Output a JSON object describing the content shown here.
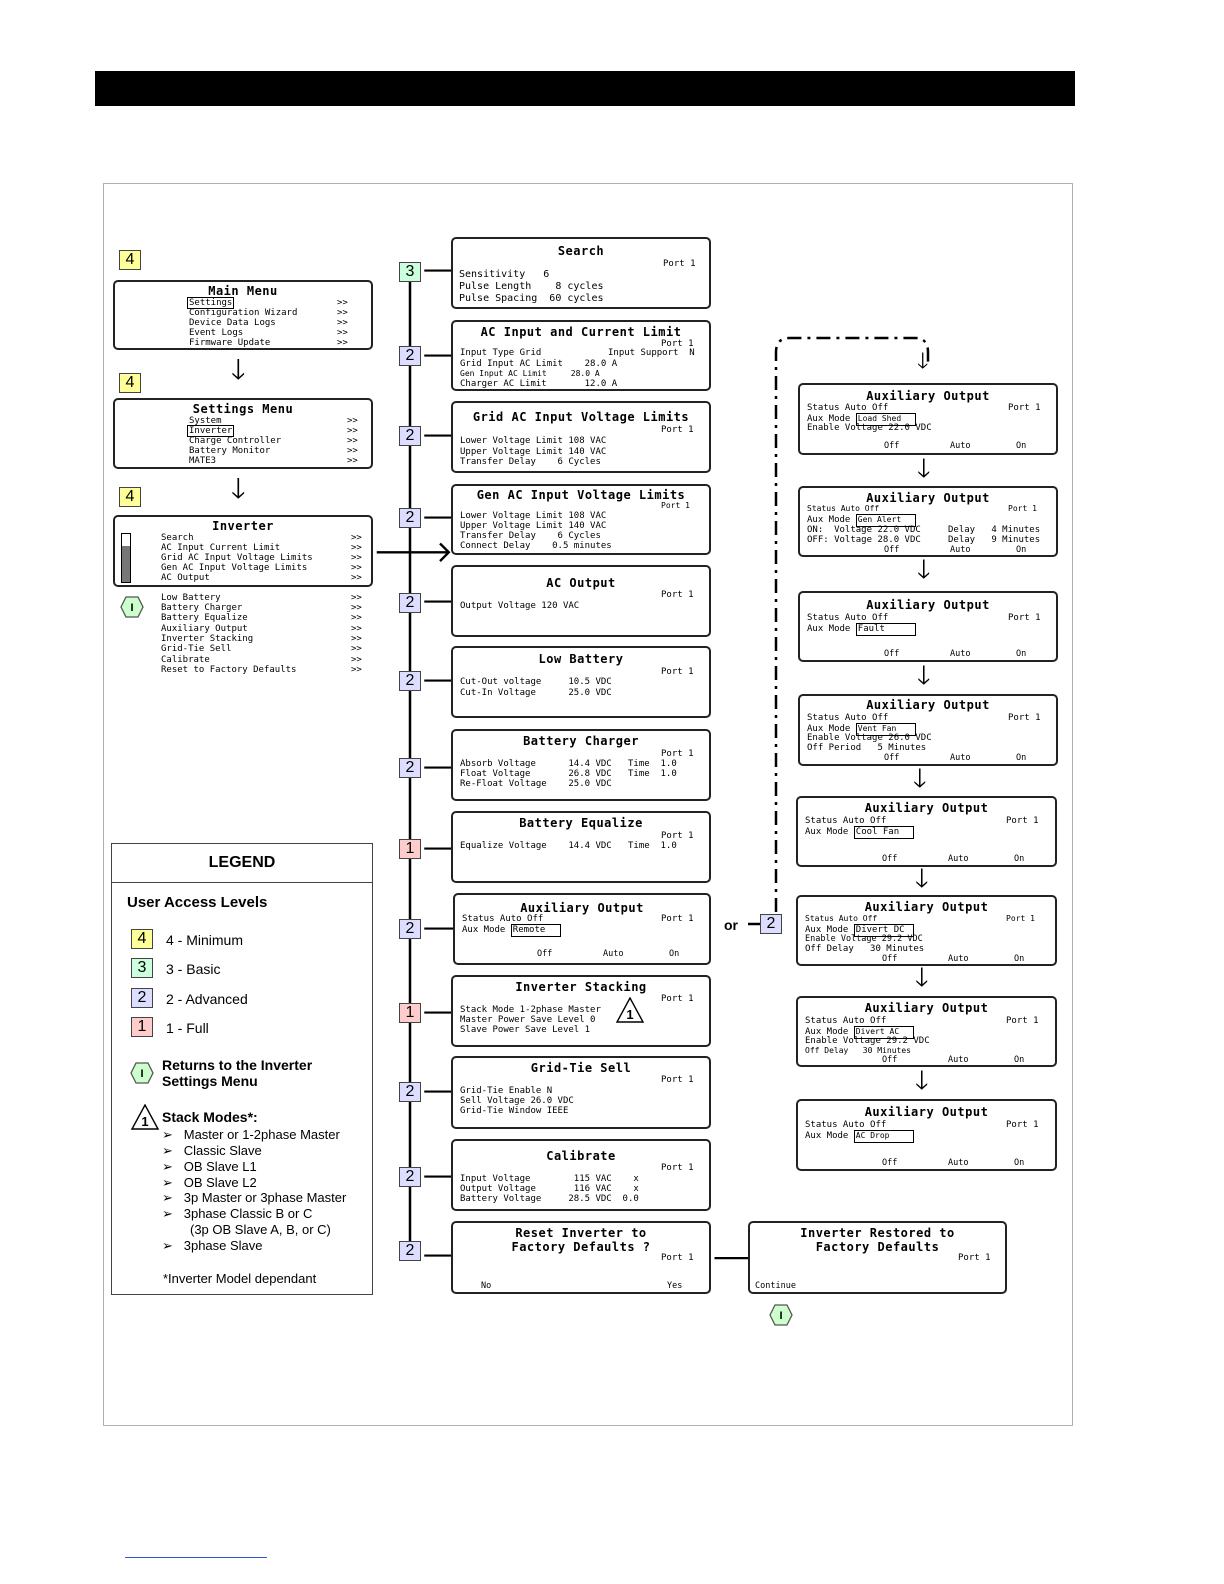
{
  "colors": {
    "level4": "#ffff99",
    "level3": "#ccffdd",
    "level2": "#ddddff",
    "level1": "#ffcccc",
    "hex": "#ccffcc"
  },
  "main_menu": {
    "title": "Main Menu",
    "items": [
      "Settings",
      "Configuration Wizard",
      "Device Data Logs",
      "Event Logs",
      "Firmware Update"
    ],
    "arrow": ">>"
  },
  "settings_menu": {
    "title": "Settings Menu",
    "items": [
      "System",
      "Inverter",
      "Charge Controller",
      "Battery Monitor",
      "MATE3"
    ]
  },
  "inverter_menu": {
    "title": "Inverter",
    "items": [
      "Search",
      "AC Input Current Limit",
      "Grid AC Input Voltage Limits",
      "Gen AC Input Voltage Limits",
      "AC Output"
    ],
    "items2": [
      "Low Battery",
      "Battery Charger",
      "Battery Equalize",
      "Auxiliary Output",
      "Inverter Stacking",
      "Grid-Tie Sell",
      "Calibrate",
      "Reset to Factory Defaults"
    ]
  },
  "levels": {
    "l4": "4",
    "l3": "3",
    "l2": "2",
    "l1": "1"
  },
  "port": "Port 1",
  "screens": {
    "search": {
      "title": "Search",
      "l1": "Sensitivity   6",
      "l2": "Pulse Length    8 cycles",
      "l3": "Pulse Spacing  60 cycles"
    },
    "ac_input": {
      "title": "AC Input and Current Limit",
      "l1": "Input Type Grid",
      "l1b": "Input Support  N",
      "l2": "Grid Input AC Limit    28.0 A",
      "l3": "Gen Input AC Limit     28.0 A",
      "l4": "Charger AC Limit       12.0 A"
    },
    "grid_ac": {
      "title": "Grid AC Input Voltage Limits",
      "l1": "Lower Voltage Limit 108 VAC",
      "l2": "Upper Voltage Limit 140 VAC",
      "l3": "Transfer Delay    6 Cycles"
    },
    "gen_ac": {
      "title": "Gen AC Input Voltage Limits",
      "l1": "Lower Voltage Limit 108 VAC",
      "l2": "Upper Voltage Limit 140 VAC",
      "l3": "Transfer Delay    6 Cycles",
      "l4": "Connect Delay    0.5 minutes"
    },
    "ac_output": {
      "title": "AC Output",
      "l1": "Output Voltage 120 VAC"
    },
    "low_battery": {
      "title": "Low Battery",
      "l1": "Cut-Out voltage     10.5 VDC",
      "l2": "Cut-In Voltage      25.0 VDC"
    },
    "battery_charger": {
      "title": "Battery Charger",
      "l1": "Absorb Voltage      14.4 VDC",
      "l1b": "Time  1.0",
      "l2": "Float Voltage       26.8 VDC",
      "l2b": "Time  1.0",
      "l3": "Re-Float Voltage    25.0 VDC"
    },
    "battery_equalize": {
      "title": "Battery Equalize",
      "l1": "Equalize Voltage    14.4 VDC",
      "l1b": "Time  1.0"
    },
    "aux_remote": {
      "title": "Auxiliary Output",
      "l1": "Status Auto Off",
      "l2": "Aux Mode",
      "mode": "Remote"
    },
    "stacking": {
      "title": "Inverter Stacking",
      "l1": "Stack Mode 1-2phase Master",
      "l2": "Master Power Save Level 0",
      "l3": "Slave Power Save Level 1"
    },
    "grid_tie": {
      "title": "Grid-Tie Sell",
      "l1": "Grid-Tie Enable N",
      "l2": "Sell Voltage 26.0 VDC",
      "l3": "Grid-Tie Window IEEE"
    },
    "calibrate": {
      "title": "Calibrate",
      "l1": "Input Voltage        115 VAC    x",
      "l2": "Output Voltage       116 VAC    x",
      "l3": "Battery Voltage     28.5 VDC  0.0"
    },
    "reset": {
      "title": "Reset Inverter to",
      "title2": "Factory Defaults ?",
      "no": "No",
      "yes": "Yes"
    },
    "restored": {
      "title": "Inverter Restored to",
      "title2": "Factory Defaults",
      "continue": "Continue"
    }
  },
  "soft_keys": {
    "off": "Off",
    "auto": "Auto",
    "on": "On"
  },
  "aux": {
    "title": "Auxiliary Output",
    "status": "Status Auto Off",
    "aux_mode": "Aux Mode",
    "load_shed": {
      "mode": "Load Shed",
      "l3": "Enable Voltage 22.0 VDC"
    },
    "gen_alert": {
      "mode": "Gen Alert",
      "l3": "ON:  Voltage 22.0 VDC",
      "l3b": "Delay   4 Minutes",
      "l4": "OFF: Voltage 28.0 VDC",
      "l4b": "Delay   9 Minutes"
    },
    "fault": {
      "mode": "Fault"
    },
    "vent_fan": {
      "mode": "Vent Fan",
      "l3": "Enable Voltage 26.0 VDC",
      "l4": "Off Period   5 Minutes"
    },
    "cool_fan": {
      "mode": "Cool Fan"
    },
    "divert_dc": {
      "mode": "Divert DC",
      "l3": "Enable Voltage 29.2 VDC",
      "l4": "Off Delay   30 Minutes"
    },
    "divert_ac": {
      "mode": "Divert AC",
      "l3": "Enable Voltage 29.2 VDC",
      "l4": "Off Delay   30 Minutes"
    },
    "ac_drop": {
      "mode": "AC Drop"
    }
  },
  "or_label": "or",
  "legend": {
    "title": "LEGEND",
    "access_title": "User Access Levels",
    "l4": "4 - Minimum",
    "l3": "3 - Basic",
    "l2": "2 - Advanced",
    "l1": "1 - Full",
    "returns": "Returns to the Inverter",
    "returns2": "Settings Menu",
    "stack_title": "Stack Modes*:",
    "stack_items": [
      "Master or 1-2phase Master",
      "Classic Slave",
      "OB Slave L1",
      "OB Slave L2",
      "3p Master or 3phase Master",
      "3phase Classic B or C",
      "(3p OB Slave A, B, or C)",
      "3phase Slave"
    ],
    "footnote": "*Inverter Model dependant"
  }
}
